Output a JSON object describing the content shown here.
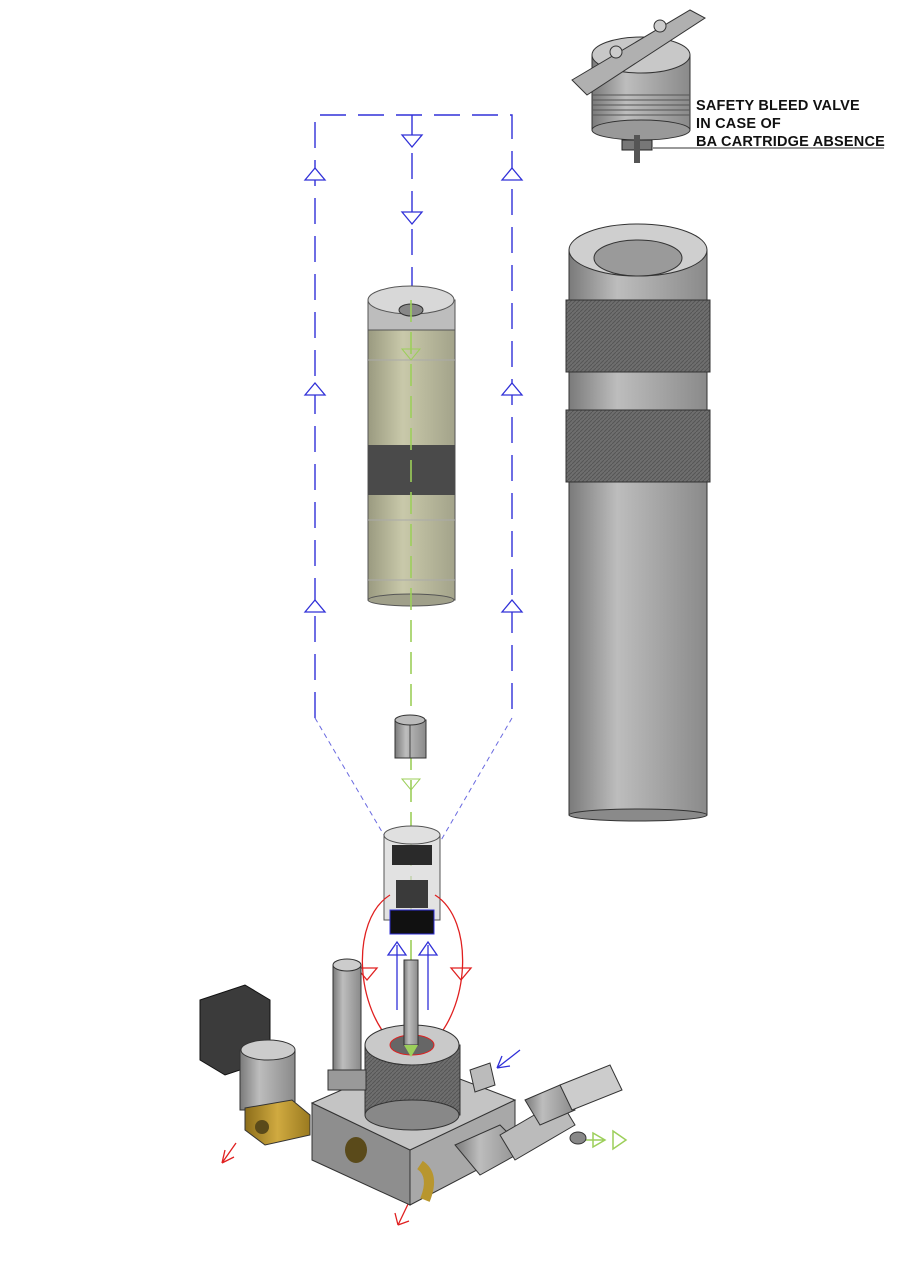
{
  "callout": {
    "lines": [
      "SAFETY BLEED VALVE",
      "IN CASE OF",
      "BA CARTRIDGE ABSENCE"
    ]
  },
  "colors": {
    "flow_blue": "#3030d8",
    "flow_green": "#9ccf5a",
    "flow_red": "#e02020",
    "metal_grey": "#9a9a9a",
    "brass": "#b8962e",
    "cartridge": "#b9b99a"
  }
}
